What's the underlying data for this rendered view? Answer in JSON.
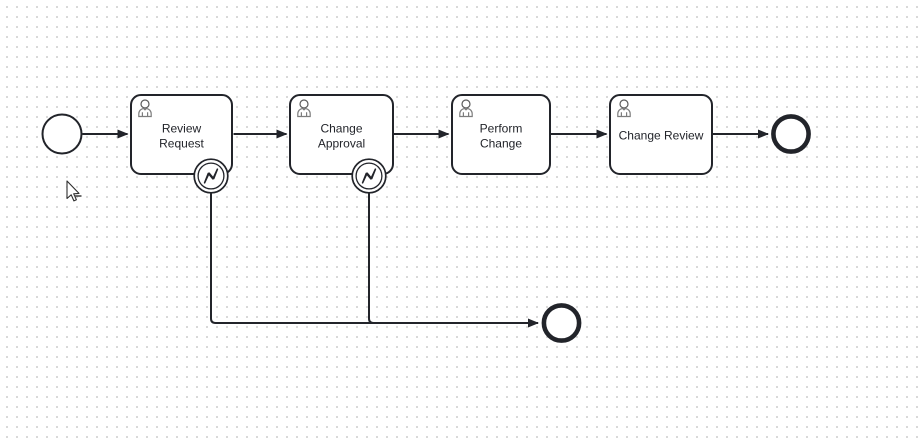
{
  "app": {
    "view": "process-diagram-canvas"
  },
  "colors": {
    "stroke": "#22242a",
    "text": "#22242a",
    "canvas_bg": "#ffffff",
    "grid_dot": "#cccccc",
    "icon_gray": "#7d7d7d"
  },
  "process": {
    "start_event": {
      "kind": "start-event"
    },
    "tasks": [
      {
        "id": "review-request",
        "type": "user-task",
        "icon": "user-silhouette-icon",
        "lines": [
          "Review",
          "Request"
        ]
      },
      {
        "id": "change-approval",
        "type": "user-task",
        "icon": "user-silhouette-icon",
        "lines": [
          "Change",
          "Approval"
        ]
      },
      {
        "id": "perform-change",
        "type": "user-task",
        "icon": "user-silhouette-icon",
        "lines": [
          "Perform",
          "Change"
        ]
      },
      {
        "id": "change-review",
        "type": "user-task",
        "icon": "user-silhouette-icon",
        "lines": [
          "Change Review"
        ]
      }
    ],
    "boundary_events": [
      {
        "attached_to": "review-request",
        "type": "error",
        "icon": "error-lightning-icon"
      },
      {
        "attached_to": "change-approval",
        "type": "error",
        "icon": "error-lightning-icon"
      }
    ],
    "end_events": [
      {
        "id": "end-main"
      },
      {
        "id": "end-error"
      }
    ]
  }
}
